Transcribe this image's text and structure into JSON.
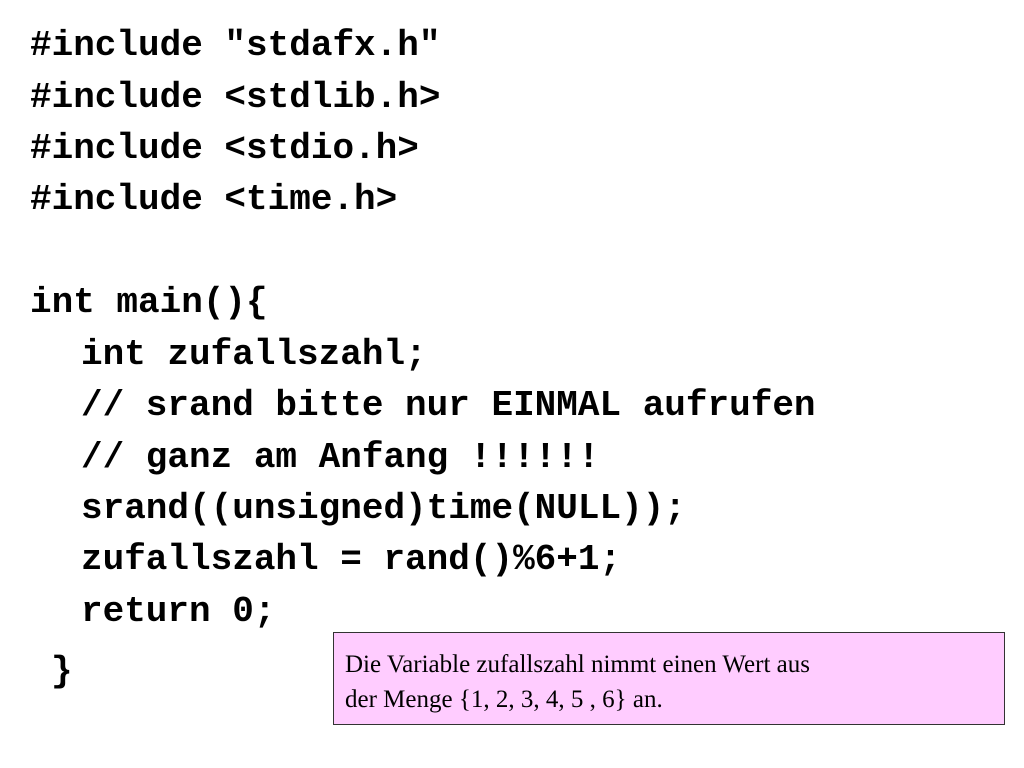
{
  "code": {
    "lines": [
      "#include \"stdafx.h\"",
      "#include <stdlib.h>",
      "#include <stdio.h>",
      "#include <time.h>",
      "int main(){",
      "int zufallszahl;",
      "// srand bitte nur EINMAL aufrufen",
      "// ganz am Anfang !!!!!!",
      "srand((unsigned)time(NULL));",
      "zufallszahl = rand()%6+1;",
      "return 0;",
      "}"
    ]
  },
  "note": {
    "line1": "Die Variable zufallszahl nimmt einen Wert aus",
    "line2": "der Menge {1, 2, 3, 4, 5 , 6} an.",
    "background": "#ffccff"
  }
}
